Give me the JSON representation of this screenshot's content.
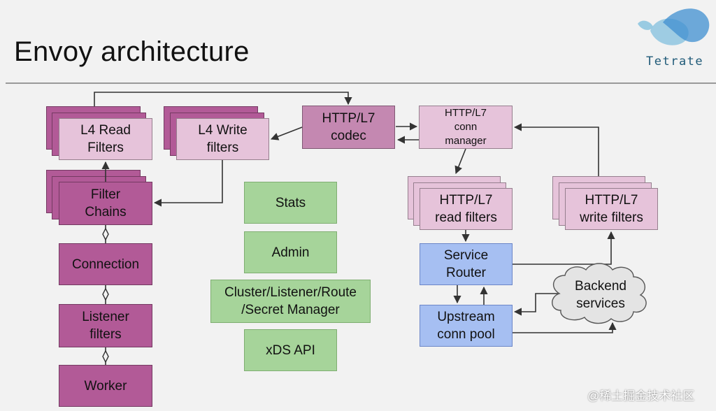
{
  "slide": {
    "title": "Envoy architecture",
    "brand": "Tetrate",
    "watermark": "@稀土掘金技术社区"
  },
  "diagram": {
    "l4_read": [
      "L4 Read",
      "Filters"
    ],
    "l4_write": [
      "L4 Write",
      "filters"
    ],
    "filter_chains": [
      "Filter",
      "Chains"
    ],
    "connection": "Connection",
    "listener_filters": [
      "Listener",
      "filters"
    ],
    "worker": "Worker",
    "http_codec": [
      "HTTP/L7",
      "codec"
    ],
    "http_conn_manager": [
      "HTTP/L7",
      "conn",
      "manager"
    ],
    "http_read_filters": [
      "HTTP/L7",
      "read filters"
    ],
    "http_write_filters": [
      "HTTP/L7",
      "write filters"
    ],
    "stats": "Stats",
    "admin": "Admin",
    "cluster_manager": [
      "Cluster/Listener/Route",
      "/Secret Manager"
    ],
    "xds_api": "xDS API",
    "service_router": [
      "Service",
      "Router"
    ],
    "upstream_pool": [
      "Upstream",
      "conn pool"
    ],
    "backend_services": [
      "Backend",
      "services"
    ]
  },
  "colors": {
    "dark_magenta": "#b25a97",
    "mid_magenta": "#c488b1",
    "light_pink": "#e6c3da",
    "green": "#a6d49a",
    "blue": "#a6bff2"
  }
}
